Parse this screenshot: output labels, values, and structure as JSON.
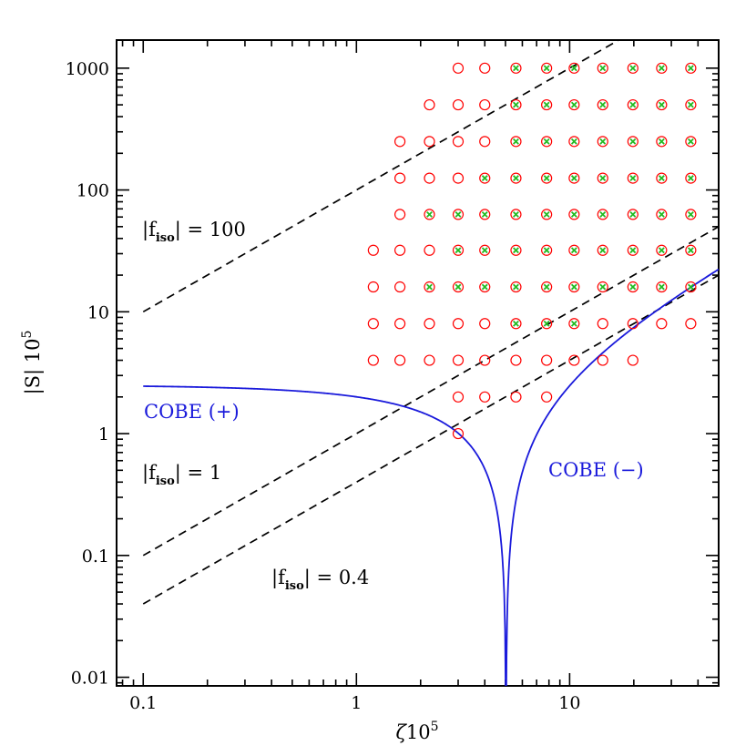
{
  "chart_data": {
    "type": "scatter",
    "title": "",
    "xlabel": "ζ10⁵",
    "ylabel": "|S| 10⁵",
    "xscale": "log",
    "yscale": "log",
    "xlim": [
      0.075,
      50
    ],
    "ylim": [
      0.0085,
      1700
    ],
    "grid": false,
    "x_ticks": [
      {
        "value": 0.1,
        "label": "0.1"
      },
      {
        "value": 1,
        "label": "1"
      },
      {
        "value": 10,
        "label": "10"
      }
    ],
    "y_ticks": [
      {
        "value": 0.01,
        "label": "0.01"
      },
      {
        "value": 0.1,
        "label": "0.1"
      },
      {
        "value": 1,
        "label": "1"
      },
      {
        "value": 10,
        "label": "10"
      },
      {
        "value": 100,
        "label": "100"
      },
      {
        "value": 1000,
        "label": "1000"
      }
    ],
    "lines": [
      {
        "name": "|fiso| = 100",
        "style": "dashed",
        "color": "#000000",
        "points": [
          [
            0.1,
            10
          ],
          [
            50,
            5000
          ]
        ]
      },
      {
        "name": "|fiso| = 1",
        "style": "dashed",
        "color": "#000000",
        "points": [
          [
            0.1,
            0.1
          ],
          [
            50,
            50
          ]
        ]
      },
      {
        "name": "|fiso| = 0.4",
        "style": "dashed",
        "color": "#000000",
        "points": [
          [
            0.1,
            0.04
          ],
          [
            50,
            20
          ]
        ]
      }
    ],
    "curves": [
      {
        "name": "COBE (+)",
        "color": "#1a1adb",
        "form": "abs(2.5*(1 - x/5.03))",
        "x_range": [
          0.1,
          5.03
        ]
      },
      {
        "name": "COBE (-)",
        "color": "#1a1adb",
        "form": "abs(2.5*(1 - x/5.03))",
        "x_range": [
          5.03,
          50
        ]
      }
    ],
    "annotations": [
      {
        "prefix": "|f",
        "sub": "iso",
        "suffix": "| = 100"
      },
      {
        "prefix": "|f",
        "sub": "iso",
        "suffix": "| = 1"
      },
      {
        "prefix": "|f",
        "sub": "iso",
        "suffix": "| = 0.4"
      },
      {
        "text": "COBE (+)"
      },
      {
        "text": "COBE (−)"
      }
    ],
    "series": [
      {
        "marker": "open-circle",
        "color": "#ff0000",
        "points": [
          [
            3,
            1000
          ],
          [
            4,
            1000
          ],
          [
            5.6,
            1000
          ],
          [
            7.8,
            1000
          ],
          [
            10.5,
            1000
          ],
          [
            14.3,
            1000
          ],
          [
            19.8,
            1000
          ],
          [
            27,
            1000
          ],
          [
            37,
            1000
          ],
          [
            2.2,
            500
          ],
          [
            3,
            500
          ],
          [
            4,
            500
          ],
          [
            5.6,
            500
          ],
          [
            7.8,
            500
          ],
          [
            10.5,
            500
          ],
          [
            14.3,
            500
          ],
          [
            19.8,
            500
          ],
          [
            27,
            500
          ],
          [
            37,
            500
          ],
          [
            1.6,
            250
          ],
          [
            2.2,
            250
          ],
          [
            3,
            250
          ],
          [
            4,
            250
          ],
          [
            5.6,
            250
          ],
          [
            7.8,
            250
          ],
          [
            10.5,
            250
          ],
          [
            14.3,
            250
          ],
          [
            19.8,
            250
          ],
          [
            27,
            250
          ],
          [
            37,
            250
          ],
          [
            1.6,
            125
          ],
          [
            2.2,
            125
          ],
          [
            3,
            125
          ],
          [
            4,
            125
          ],
          [
            5.6,
            125
          ],
          [
            7.8,
            125
          ],
          [
            10.5,
            125
          ],
          [
            14.3,
            125
          ],
          [
            19.8,
            125
          ],
          [
            27,
            125
          ],
          [
            37,
            125
          ],
          [
            1.6,
            63
          ],
          [
            2.2,
            63
          ],
          [
            3,
            63
          ],
          [
            4,
            63
          ],
          [
            5.6,
            63
          ],
          [
            7.8,
            63
          ],
          [
            10.5,
            63
          ],
          [
            14.3,
            63
          ],
          [
            19.8,
            63
          ],
          [
            27,
            63
          ],
          [
            37,
            63
          ],
          [
            1.2,
            32
          ],
          [
            1.6,
            32
          ],
          [
            2.2,
            32
          ],
          [
            3,
            32
          ],
          [
            4,
            32
          ],
          [
            5.6,
            32
          ],
          [
            7.8,
            32
          ],
          [
            10.5,
            32
          ],
          [
            14.3,
            32
          ],
          [
            19.8,
            32
          ],
          [
            27,
            32
          ],
          [
            37,
            32
          ],
          [
            1.2,
            16
          ],
          [
            1.6,
            16
          ],
          [
            2.2,
            16
          ],
          [
            3,
            16
          ],
          [
            4,
            16
          ],
          [
            5.6,
            16
          ],
          [
            7.8,
            16
          ],
          [
            10.5,
            16
          ],
          [
            14.3,
            16
          ],
          [
            19.8,
            16
          ],
          [
            27,
            16
          ],
          [
            37,
            16
          ],
          [
            1.2,
            8
          ],
          [
            1.6,
            8
          ],
          [
            2.2,
            8
          ],
          [
            3,
            8
          ],
          [
            4,
            8
          ],
          [
            5.6,
            8
          ],
          [
            7.8,
            8
          ],
          [
            10.5,
            8
          ],
          [
            14.3,
            8
          ],
          [
            19.8,
            8
          ],
          [
            27,
            8
          ],
          [
            37,
            8
          ],
          [
            1.2,
            4
          ],
          [
            1.6,
            4
          ],
          [
            2.2,
            4
          ],
          [
            3,
            4
          ],
          [
            4,
            4
          ],
          [
            5.6,
            4
          ],
          [
            7.8,
            4
          ],
          [
            10.5,
            4
          ],
          [
            14.3,
            4
          ],
          [
            19.8,
            4
          ],
          [
            3,
            2
          ],
          [
            4,
            2
          ],
          [
            5.6,
            2
          ],
          [
            7.8,
            2
          ],
          [
            3,
            1
          ]
        ]
      },
      {
        "marker": "cross",
        "color": "#22bb22",
        "points": [
          [
            5.6,
            1000
          ],
          [
            7.8,
            1000
          ],
          [
            10.5,
            1000
          ],
          [
            14.3,
            1000
          ],
          [
            19.8,
            1000
          ],
          [
            27,
            1000
          ],
          [
            37,
            1000
          ],
          [
            5.6,
            500
          ],
          [
            7.8,
            500
          ],
          [
            10.5,
            500
          ],
          [
            14.3,
            500
          ],
          [
            19.8,
            500
          ],
          [
            27,
            500
          ],
          [
            37,
            500
          ],
          [
            5.6,
            250
          ],
          [
            7.8,
            250
          ],
          [
            10.5,
            250
          ],
          [
            14.3,
            250
          ],
          [
            19.8,
            250
          ],
          [
            27,
            250
          ],
          [
            37,
            250
          ],
          [
            4,
            125
          ],
          [
            5.6,
            125
          ],
          [
            7.8,
            125
          ],
          [
            10.5,
            125
          ],
          [
            14.3,
            125
          ],
          [
            19.8,
            125
          ],
          [
            27,
            125
          ],
          [
            37,
            125
          ],
          [
            2.2,
            63
          ],
          [
            3,
            63
          ],
          [
            4,
            63
          ],
          [
            5.6,
            63
          ],
          [
            7.8,
            63
          ],
          [
            10.5,
            63
          ],
          [
            14.3,
            63
          ],
          [
            19.8,
            63
          ],
          [
            27,
            63
          ],
          [
            37,
            63
          ],
          [
            3,
            32
          ],
          [
            4,
            32
          ],
          [
            5.6,
            32
          ],
          [
            7.8,
            32
          ],
          [
            10.5,
            32
          ],
          [
            14.3,
            32
          ],
          [
            19.8,
            32
          ],
          [
            27,
            32
          ],
          [
            37,
            32
          ],
          [
            2.2,
            16
          ],
          [
            3,
            16
          ],
          [
            4,
            16
          ],
          [
            5.6,
            16
          ],
          [
            7.8,
            16
          ],
          [
            10.5,
            16
          ],
          [
            14.3,
            16
          ],
          [
            19.8,
            16
          ],
          [
            27,
            16
          ],
          [
            37,
            16
          ],
          [
            5.6,
            8
          ],
          [
            7.8,
            8
          ],
          [
            10.5,
            8
          ]
        ]
      }
    ]
  }
}
